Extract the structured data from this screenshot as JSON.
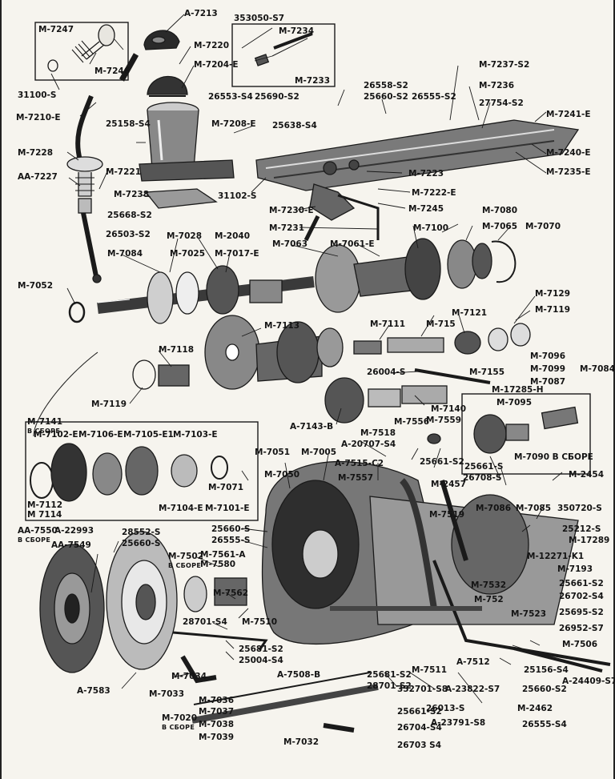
{
  "diagram": {
    "labels": {
      "m7247": "M-7247",
      "m7246": "M-7246",
      "s31100": "31100-S",
      "m7210e": "M-7210-E",
      "a7213": "A-7213",
      "m7220": "M-7220",
      "m7204e": "M-7204-E",
      "s353050": "353050-S7",
      "m7234": "M-7234",
      "m7233": "M-7233",
      "s26558": "26558-S2",
      "s26553": "26553-S4",
      "s25690": "25690-S2",
      "s25660a": "25660-S2",
      "s26555a": "26555-S2",
      "m7237": "M-7237-S2",
      "m7236": "M-7236",
      "s27754": "27754-S2",
      "m7241e": "M-7241-E",
      "s25158": "25158-S4",
      "m7208e": "M-7208-E",
      "s25638": "25638-S4",
      "m7228": "M-7228",
      "m7240e": "M-7240-E",
      "m7235e": "M-7235-E",
      "aa7227": "AA-7227",
      "m7221": "M-7221",
      "m7238": "M-7238",
      "s31102": "31102-S",
      "m7223": "M-7223",
      "m7222e": "M-7222-E",
      "s25668": "25668-S2",
      "s26503": "26503-S2",
      "m7245": "M-7245",
      "m7230e": "M-7230-E",
      "m7231": "M-7231",
      "m7028": "M-7028",
      "m2040": "M-2040",
      "m7084": "M-7084",
      "m7025": "M-7025",
      "m7017e": "M-7017-E",
      "m7063": "M-7063",
      "m7061e": "M-7061-E",
      "m7100": "M-7100",
      "m7080": "M-7080",
      "m7065": "M-7065",
      "m7070": "M-7070",
      "m7052": "M-7052",
      "m7129": "M-7129",
      "m7119a": "M-7119",
      "m7113": "M-7113",
      "m7121": "M-7121",
      "m7111": "M-7111",
      "m715": "M-715",
      "m7118": "M-7118",
      "m7096": "M-7096",
      "m7099": "M-7099",
      "m7084b": "M-7084",
      "s26004": "26004-S",
      "m7155": "M-7155",
      "m7087": "M-7087",
      "m17285h": "M-17285-H",
      "m7119b": "M-7119",
      "m7141": "M-7141",
      "m7141sub": "В СБОРЕ",
      "a7143b": "A-7143-B",
      "m7140": "M-7140",
      "m7095": "M-7095",
      "m7556": "M-7556",
      "m7559": "M-7559",
      "m7102e": "M-7102-E",
      "m7106e": "M-7106-E",
      "m7105e1": "M-7105-E1",
      "m7103e": "M-7103-E",
      "m7051": "M-7051",
      "m7005": "M-7005",
      "m7518": "M-7518",
      "a20707": "A-20707-S4",
      "a7515": "A-7515-C2",
      "s25661a": "25661-S2",
      "m7090": "M-7090 В СБОРЕ",
      "s25661b": "25661-S",
      "s26708": "26708-S",
      "m7050": "M-7050",
      "m7557": "M-7557",
      "m2457": "M-2457",
      "m2454": "M-2454",
      "m7071": "M-7071",
      "m7112": "M-7112",
      "m7114": "M 7114",
      "m7104e": "M-7104-E",
      "m7101e": "M-7101-E",
      "m7519": "M-7519",
      "m7086": "M-7086",
      "m7085": "M-7085",
      "s350720": "350720-S",
      "s25212": "25212-S",
      "m17289": "M-17289",
      "aa7550": "AA-7550",
      "aa7550sub": "В СБОРЕ",
      "a22993": "A-22993",
      "aa7549": "AA-7549",
      "s28552": "28552-S",
      "s25660b": "25660-S",
      "s25660c": "25660-S",
      "s26555b": "26555-S",
      "m7502": "M-7502",
      "m7502sub": "В СБОРЕ",
      "m7561a": "M-7561-A",
      "m7580": "M-7580",
      "m12271": "M-12271-K1",
      "m7193": "M-7193",
      "m7562": "M-7562",
      "m7532": "M-7532",
      "s25661c": "25661-S2",
      "s26702": "26702-S4",
      "m752": "M-752",
      "s25695": "25695-S2",
      "m7523": "M-7523",
      "s26952": "26952-S7",
      "s28701a": "28701-S4",
      "m7510": "M-7510",
      "s25681a": "25681-S2",
      "s25004": "25004-S4",
      "m7506": "M-7506",
      "m7034": "M-7034",
      "a7508b": "A-7508-B",
      "a7583": "A-7583",
      "m7033": "M-7033",
      "s25681b": "25681-S2",
      "m7511": "M-7511",
      "a7512": "A-7512",
      "s25156": "25156-S4",
      "a24409": "A-24409-S7",
      "s28701b": "28701-S2",
      "s352701": "352701-S8",
      "a23822": "A-23822-S7",
      "s25660d": "25660-S2",
      "m7036": "M-7036",
      "m7037": "M-7037",
      "s26013": "26013-S",
      "m2462": "M-2462",
      "m7020": "M-7020",
      "m7020sub": "В СБОРЕ",
      "m7038": "M-7038",
      "a23791": "A-23791-S8",
      "s26555c": "26555-S4",
      "m7039": "M-7039",
      "s25661d": "25661-S2",
      "s26704": "26704-S4",
      "m7032": "M-7032",
      "s26703": "26703 S4"
    }
  }
}
